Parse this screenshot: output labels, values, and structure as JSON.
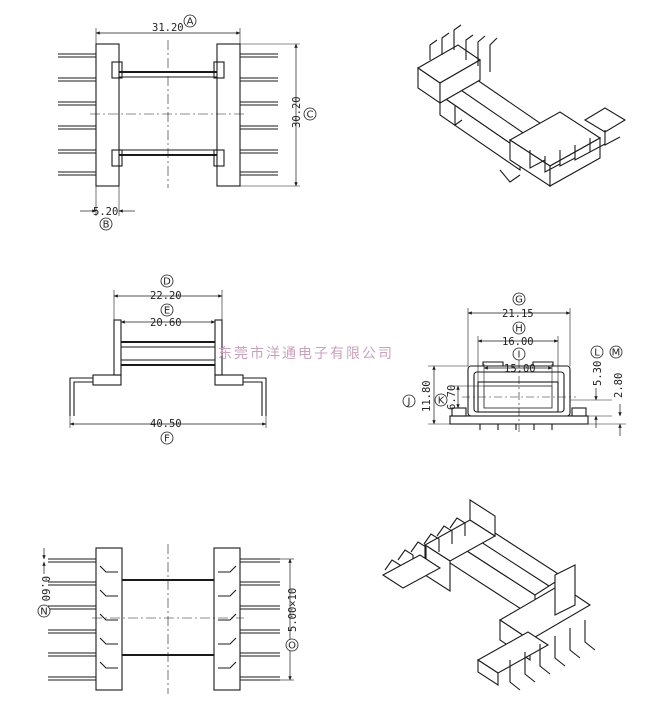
{
  "watermark": "东莞市洋通电子有限公司",
  "colors": {
    "line": "#1a1a1a",
    "watermark": "#c9a0bf"
  },
  "top_view": {
    "dim_A": {
      "letter": "A",
      "value": "31.20"
    },
    "dim_B": {
      "letter": "B",
      "value": "5.20"
    },
    "dim_C": {
      "letter": "C",
      "value": "30.20"
    }
  },
  "front_view": {
    "dim_D": {
      "letter": "D",
      "value": "22.20"
    },
    "dim_E": {
      "letter": "E",
      "value": "20.60"
    },
    "dim_F": {
      "letter": "F",
      "value": "40.50"
    }
  },
  "side_view": {
    "dim_G": {
      "letter": "G",
      "value": "21.15"
    },
    "dim_H": {
      "letter": "H",
      "value": "16.00"
    },
    "dim_I": {
      "letter": "I",
      "value": "15.00"
    },
    "dim_J": {
      "letter": "J",
      "value": "11.80"
    },
    "dim_K": {
      "letter": "K",
      "value": "6.70"
    },
    "dim_L": {
      "letter": "L",
      "value": "5.30"
    },
    "dim_M": {
      "letter": "M",
      "value": "2.80"
    }
  },
  "bottom_view": {
    "dim_N": {
      "letter": "N",
      "value": "0.60"
    },
    "dim_O": {
      "letter": "O",
      "value": "5.00×10"
    }
  }
}
